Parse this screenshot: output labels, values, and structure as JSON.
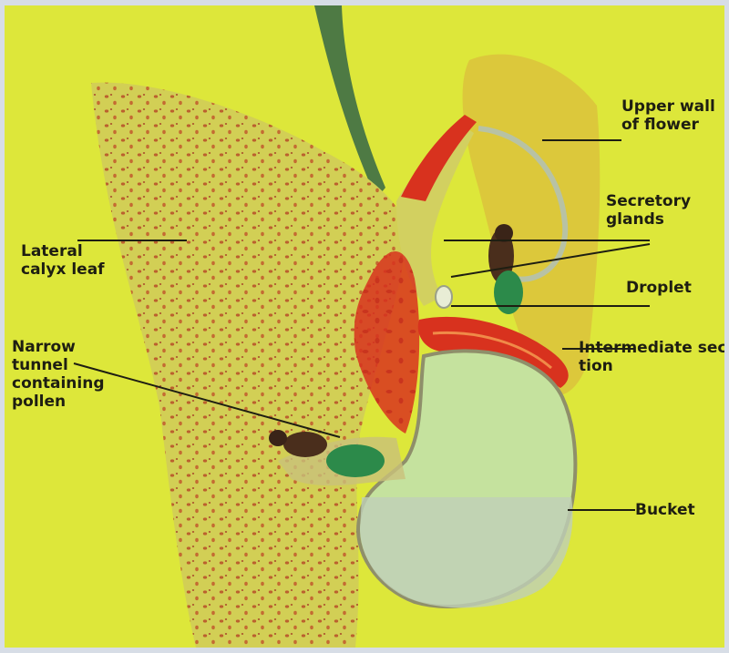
{
  "labels": {
    "upper_wall_line1": "Upper wall",
    "upper_wall_line2": "of flower",
    "secretory_line1": "Secretory",
    "secretory_line2": "glands",
    "lateral_line1": "Lateral",
    "lateral_line2": "calyx leaf",
    "droplet": "Droplet",
    "intermediate_line1": "Intermediate sec-",
    "intermediate_line2": "tion",
    "narrow_line1": "Narrow",
    "narrow_line2": "tunnel",
    "narrow_line3": "containing",
    "narrow_line4": "pollen",
    "bucket": "Bucket"
  },
  "colors": {
    "background": "#dde73a",
    "frame": "#d7dde6",
    "calyx": "#d2cf55",
    "spots": "#b8542a",
    "tissue_red": "#d8321e",
    "upper_wall": "#dcc23c",
    "bucket_fill": "#c5e29e",
    "stem": "#4e7a44",
    "leader_line": "#1e1e12"
  }
}
